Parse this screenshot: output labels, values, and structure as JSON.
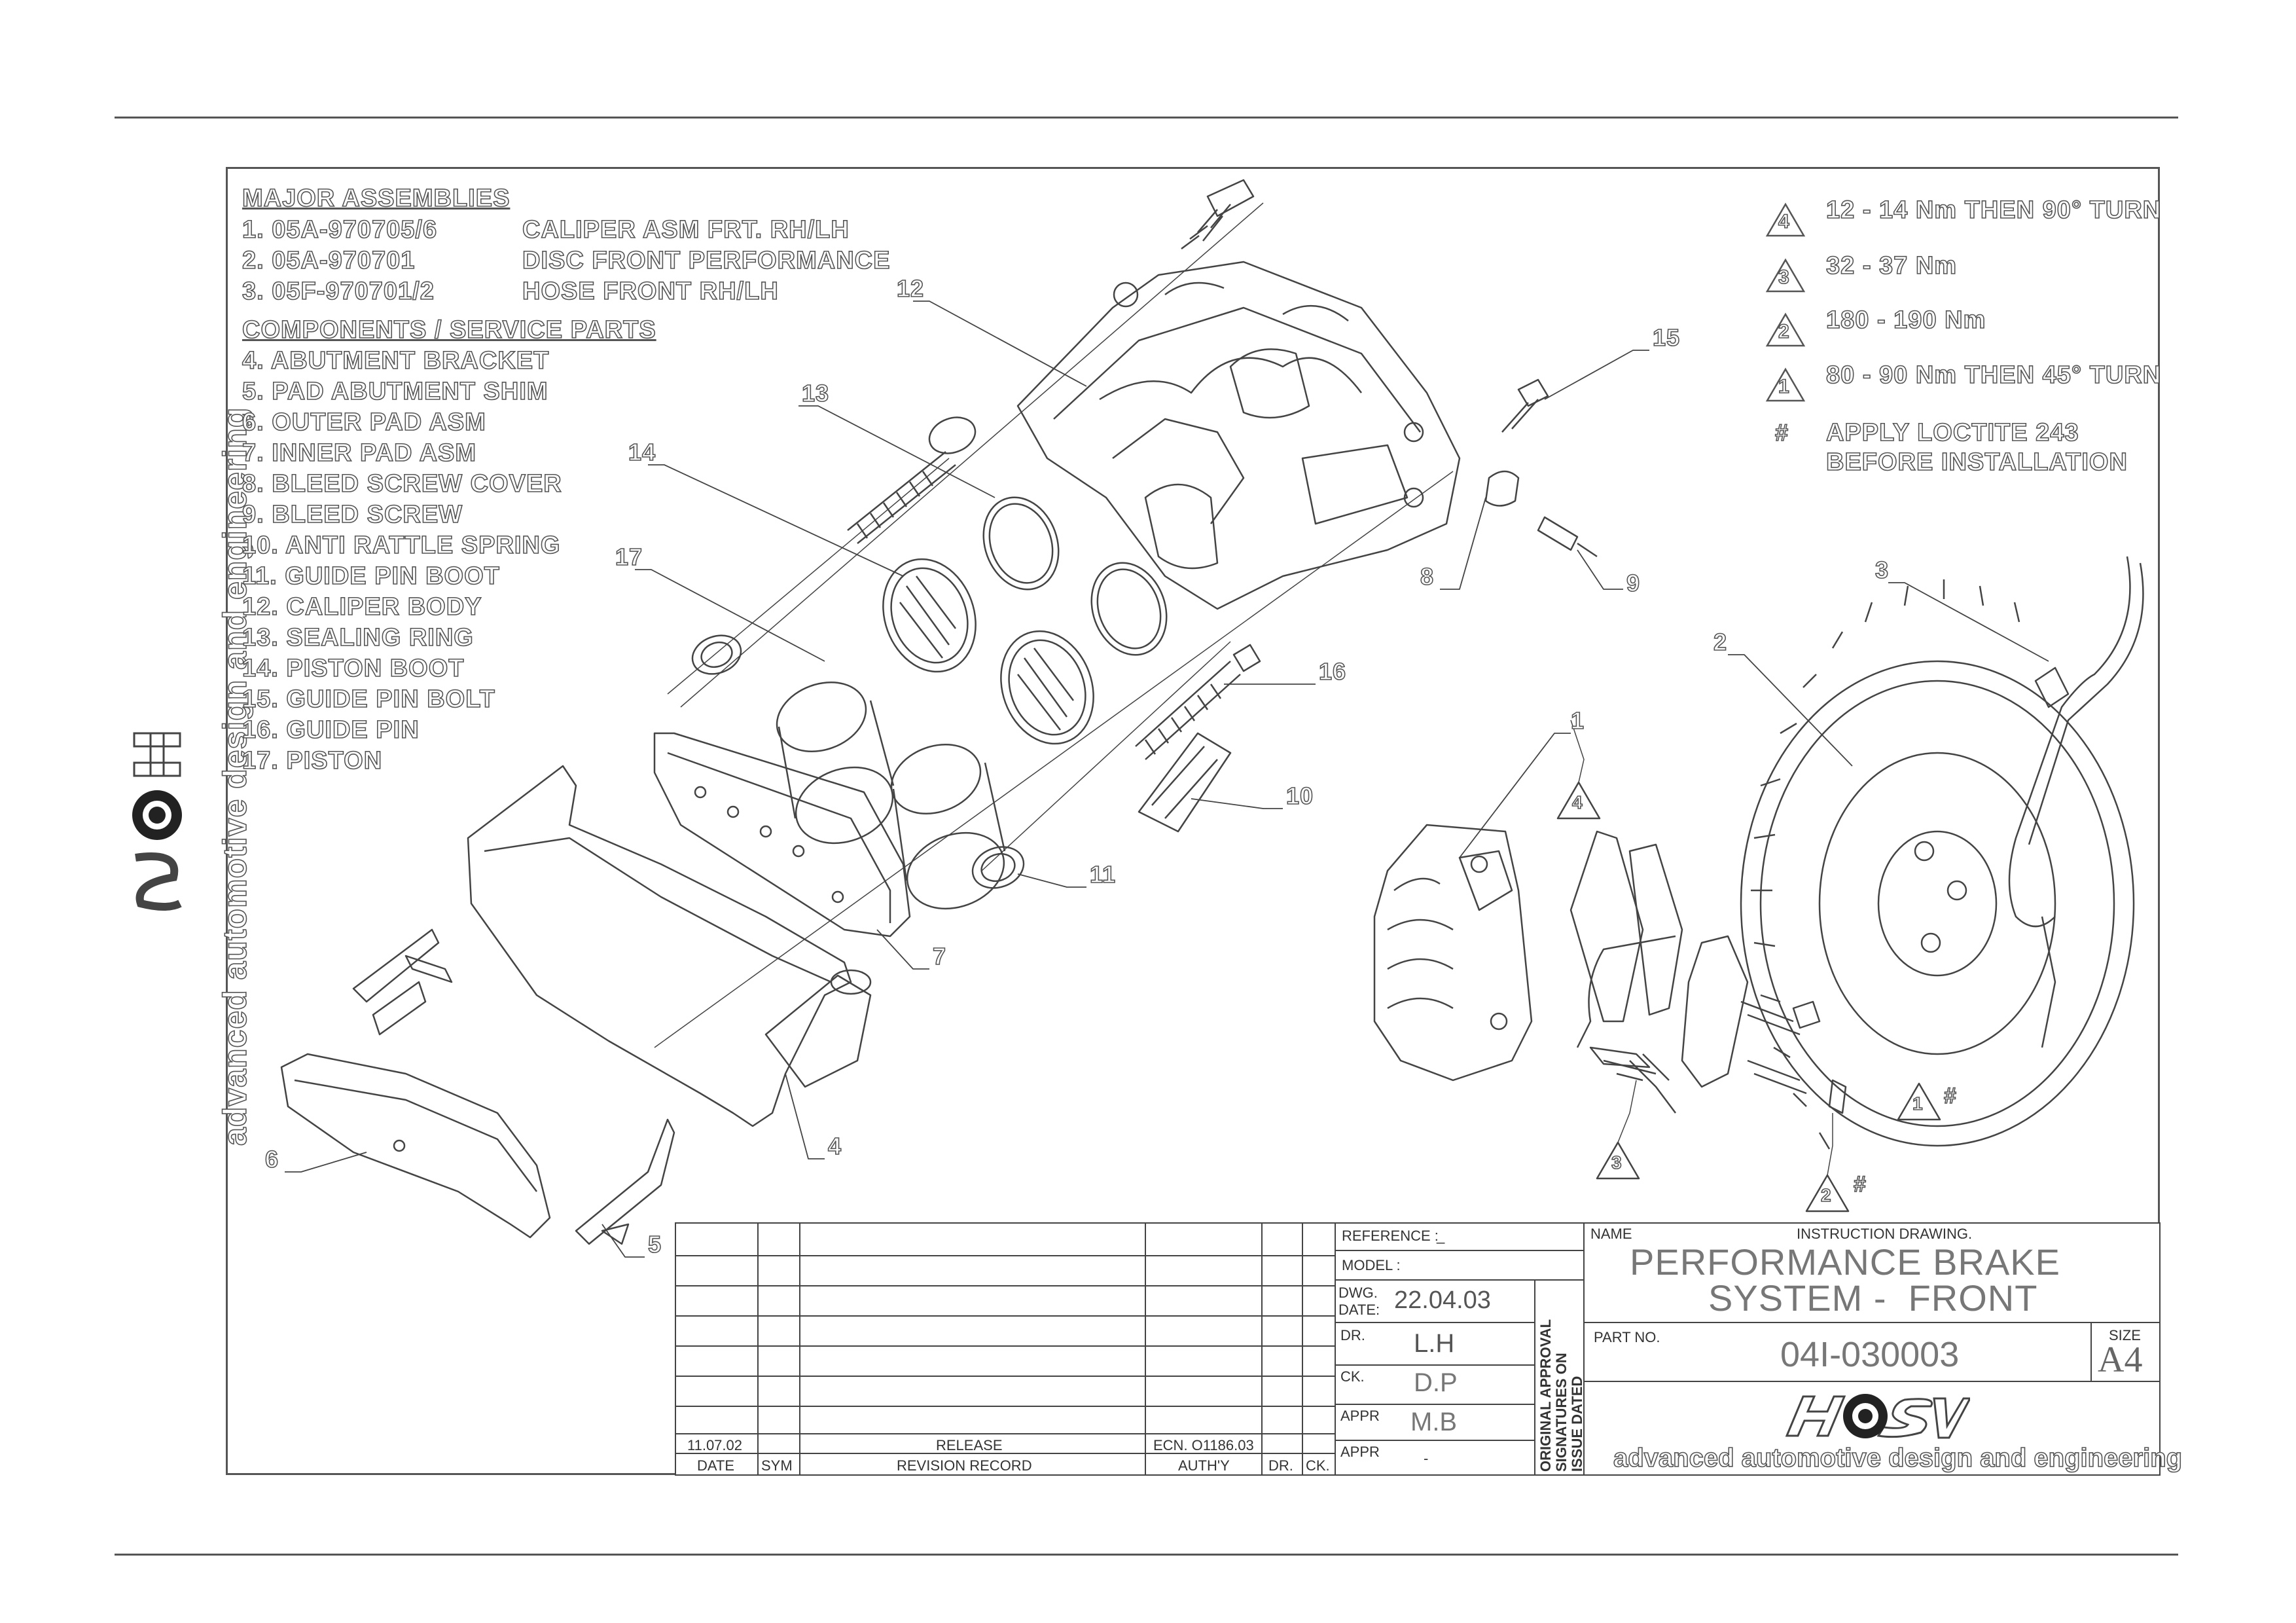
{
  "major_assemblies": {
    "heading": "MAJOR ASSEMBLIES",
    "items": [
      {
        "label": "1.  05A-970705/6",
        "desc": "CALIPER ASM FRT. RH/LH"
      },
      {
        "label": "2.  05A-970701",
        "desc": "DISC FRONT PERFORMANCE"
      },
      {
        "label": "3.  05F-970701/2",
        "desc": "HOSE FRONT RH/LH"
      }
    ]
  },
  "components": {
    "heading": "COMPONENTS / SERVICE PARTS",
    "items": [
      "4.  ABUTMENT BRACKET",
      "5.  PAD ABUTMENT SHIM",
      "6.  OUTER PAD ASM",
      "7.  INNER PAD ASM",
      "8.  BLEED SCREW COVER",
      "9.  BLEED SCREW",
      "10.  ANTI RATTLE SPRING",
      "11.  GUIDE PIN BOOT",
      "12.  CALIPER BODY",
      "13.  SEALING RING",
      "14.  PISTON BOOT",
      "15.  GUIDE PIN BOLT",
      "16.  GUIDE PIN",
      "17.  PISTON"
    ]
  },
  "torque_notes": [
    {
      "symbol": "4",
      "text": "12 - 14 Nm THEN 90° TURN"
    },
    {
      "symbol": "3",
      "text": "32 - 37 Nm"
    },
    {
      "symbol": "2",
      "text": "180 - 190 Nm"
    },
    {
      "symbol": "1",
      "text": "80 - 90 Nm THEN 45° TURN"
    }
  ],
  "loctite_note": {
    "symbol": "#",
    "line1": "APPLY LOCTITE 243",
    "line2": "BEFORE INSTALLATION"
  },
  "callouts": [
    "1",
    "2",
    "3",
    "4",
    "5",
    "6",
    "7",
    "8",
    "9",
    "10",
    "11",
    "12",
    "13",
    "14",
    "15",
    "16",
    "17"
  ],
  "assembly_markers": {
    "m4": "4",
    "m1": "1",
    "m1_suffix": "#",
    "m3": "3",
    "m2": "2",
    "m2_suffix": "#"
  },
  "brand": {
    "logo": "HSV",
    "tagline": "advanced automotive design and engineering"
  },
  "title_block": {
    "revision": {
      "date": "11.07.02",
      "record": "RELEASE",
      "authority": "ECN. O1186.03",
      "headers": {
        "date": "DATE",
        "sym": "SYM",
        "record": "REVISION RECORD",
        "auth": "AUTH'Y",
        "dr": "DR.",
        "ck": "CK."
      }
    },
    "reference_label": "REFERENCE :",
    "reference_value": "_",
    "model_label": "MODEL :",
    "dwg_date_label_1": "DWG.",
    "dwg_date_label_2": "DATE:",
    "dwg_date": "22.04.03",
    "dr_label": "DR.",
    "dr_value": "L.H",
    "ck_label": "CK.",
    "ck_value": "D.P",
    "appr_label": "APPR",
    "appr_value": "M.B",
    "appr2_label": "APPR",
    "appr2_value": "-",
    "approval_note_1": "ORIGINAL APPROVAL",
    "approval_note_2": "SIGNATURES ON",
    "approval_note_3": "ISSUE DATED",
    "name_label": "NAME",
    "doc_type": "INSTRUCTION DRAWING.",
    "title_line1": "PERFORMANCE BRAKE",
    "title_line2": "SYSTEM -  FRONT",
    "part_no_label": "PART NO.",
    "part_no": "04I-030003",
    "size_label": "SIZE",
    "size": "A4"
  }
}
